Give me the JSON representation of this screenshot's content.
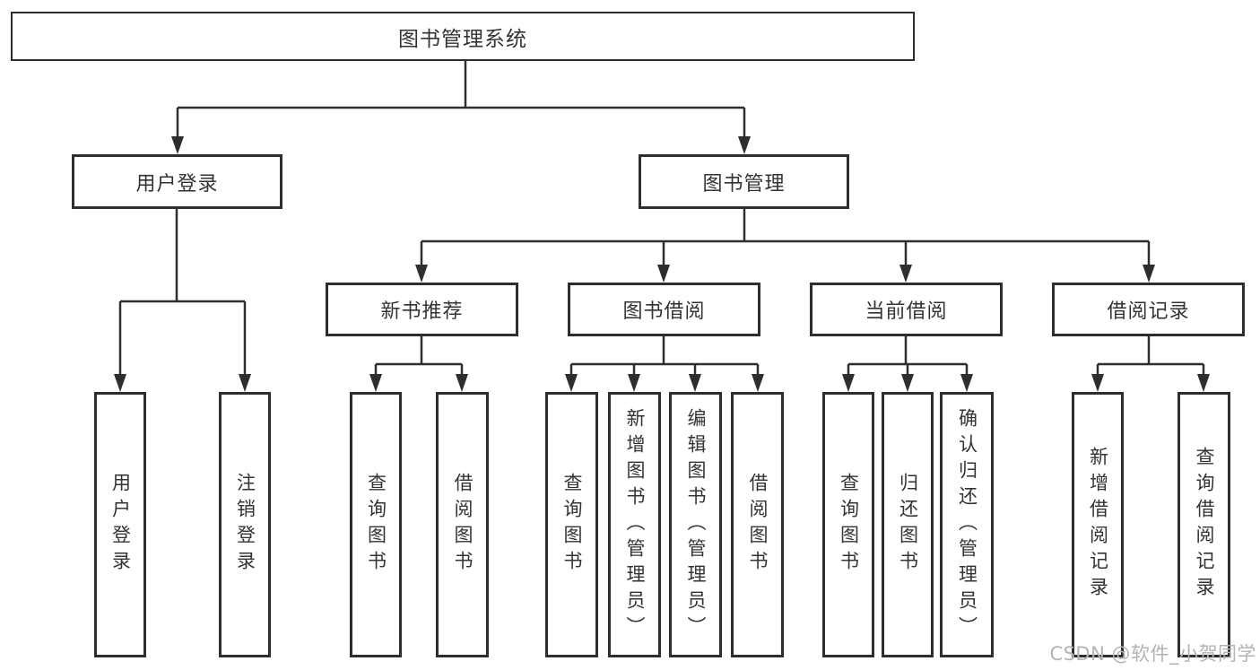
{
  "diagram": {
    "title": "图书管理系统",
    "root": {
      "label": "图书管理系统"
    },
    "branches": [
      {
        "label": "用户登录",
        "children": [
          {
            "label": "用户登录"
          },
          {
            "label": "注销登录"
          }
        ]
      },
      {
        "label": "图书管理",
        "children": [
          {
            "label": "新书推荐",
            "children": [
              {
                "label": "查询图书"
              },
              {
                "label": "借阅图书"
              }
            ]
          },
          {
            "label": "图书借阅",
            "children": [
              {
                "label": "查询图书"
              },
              {
                "label": "新增图书（管理员）"
              },
              {
                "label": "编辑图书（管理员）"
              },
              {
                "label": "借阅图书"
              }
            ]
          },
          {
            "label": "当前借阅",
            "children": [
              {
                "label": "查询图书"
              },
              {
                "label": "归还图书"
              },
              {
                "label": "确认归还（管理员）"
              }
            ]
          },
          {
            "label": "借阅记录",
            "children": [
              {
                "label": "新增借阅记录"
              },
              {
                "label": "查询借阅记录"
              }
            ]
          }
        ]
      }
    ]
  },
  "watermark": "CSDN @软件_小贺同学",
  "colors": {
    "line": "#2e2e2e",
    "box_border": "#2e2e2e",
    "text": "#333333",
    "watermark": "#b3b3b3",
    "background": "#ffffff"
  }
}
